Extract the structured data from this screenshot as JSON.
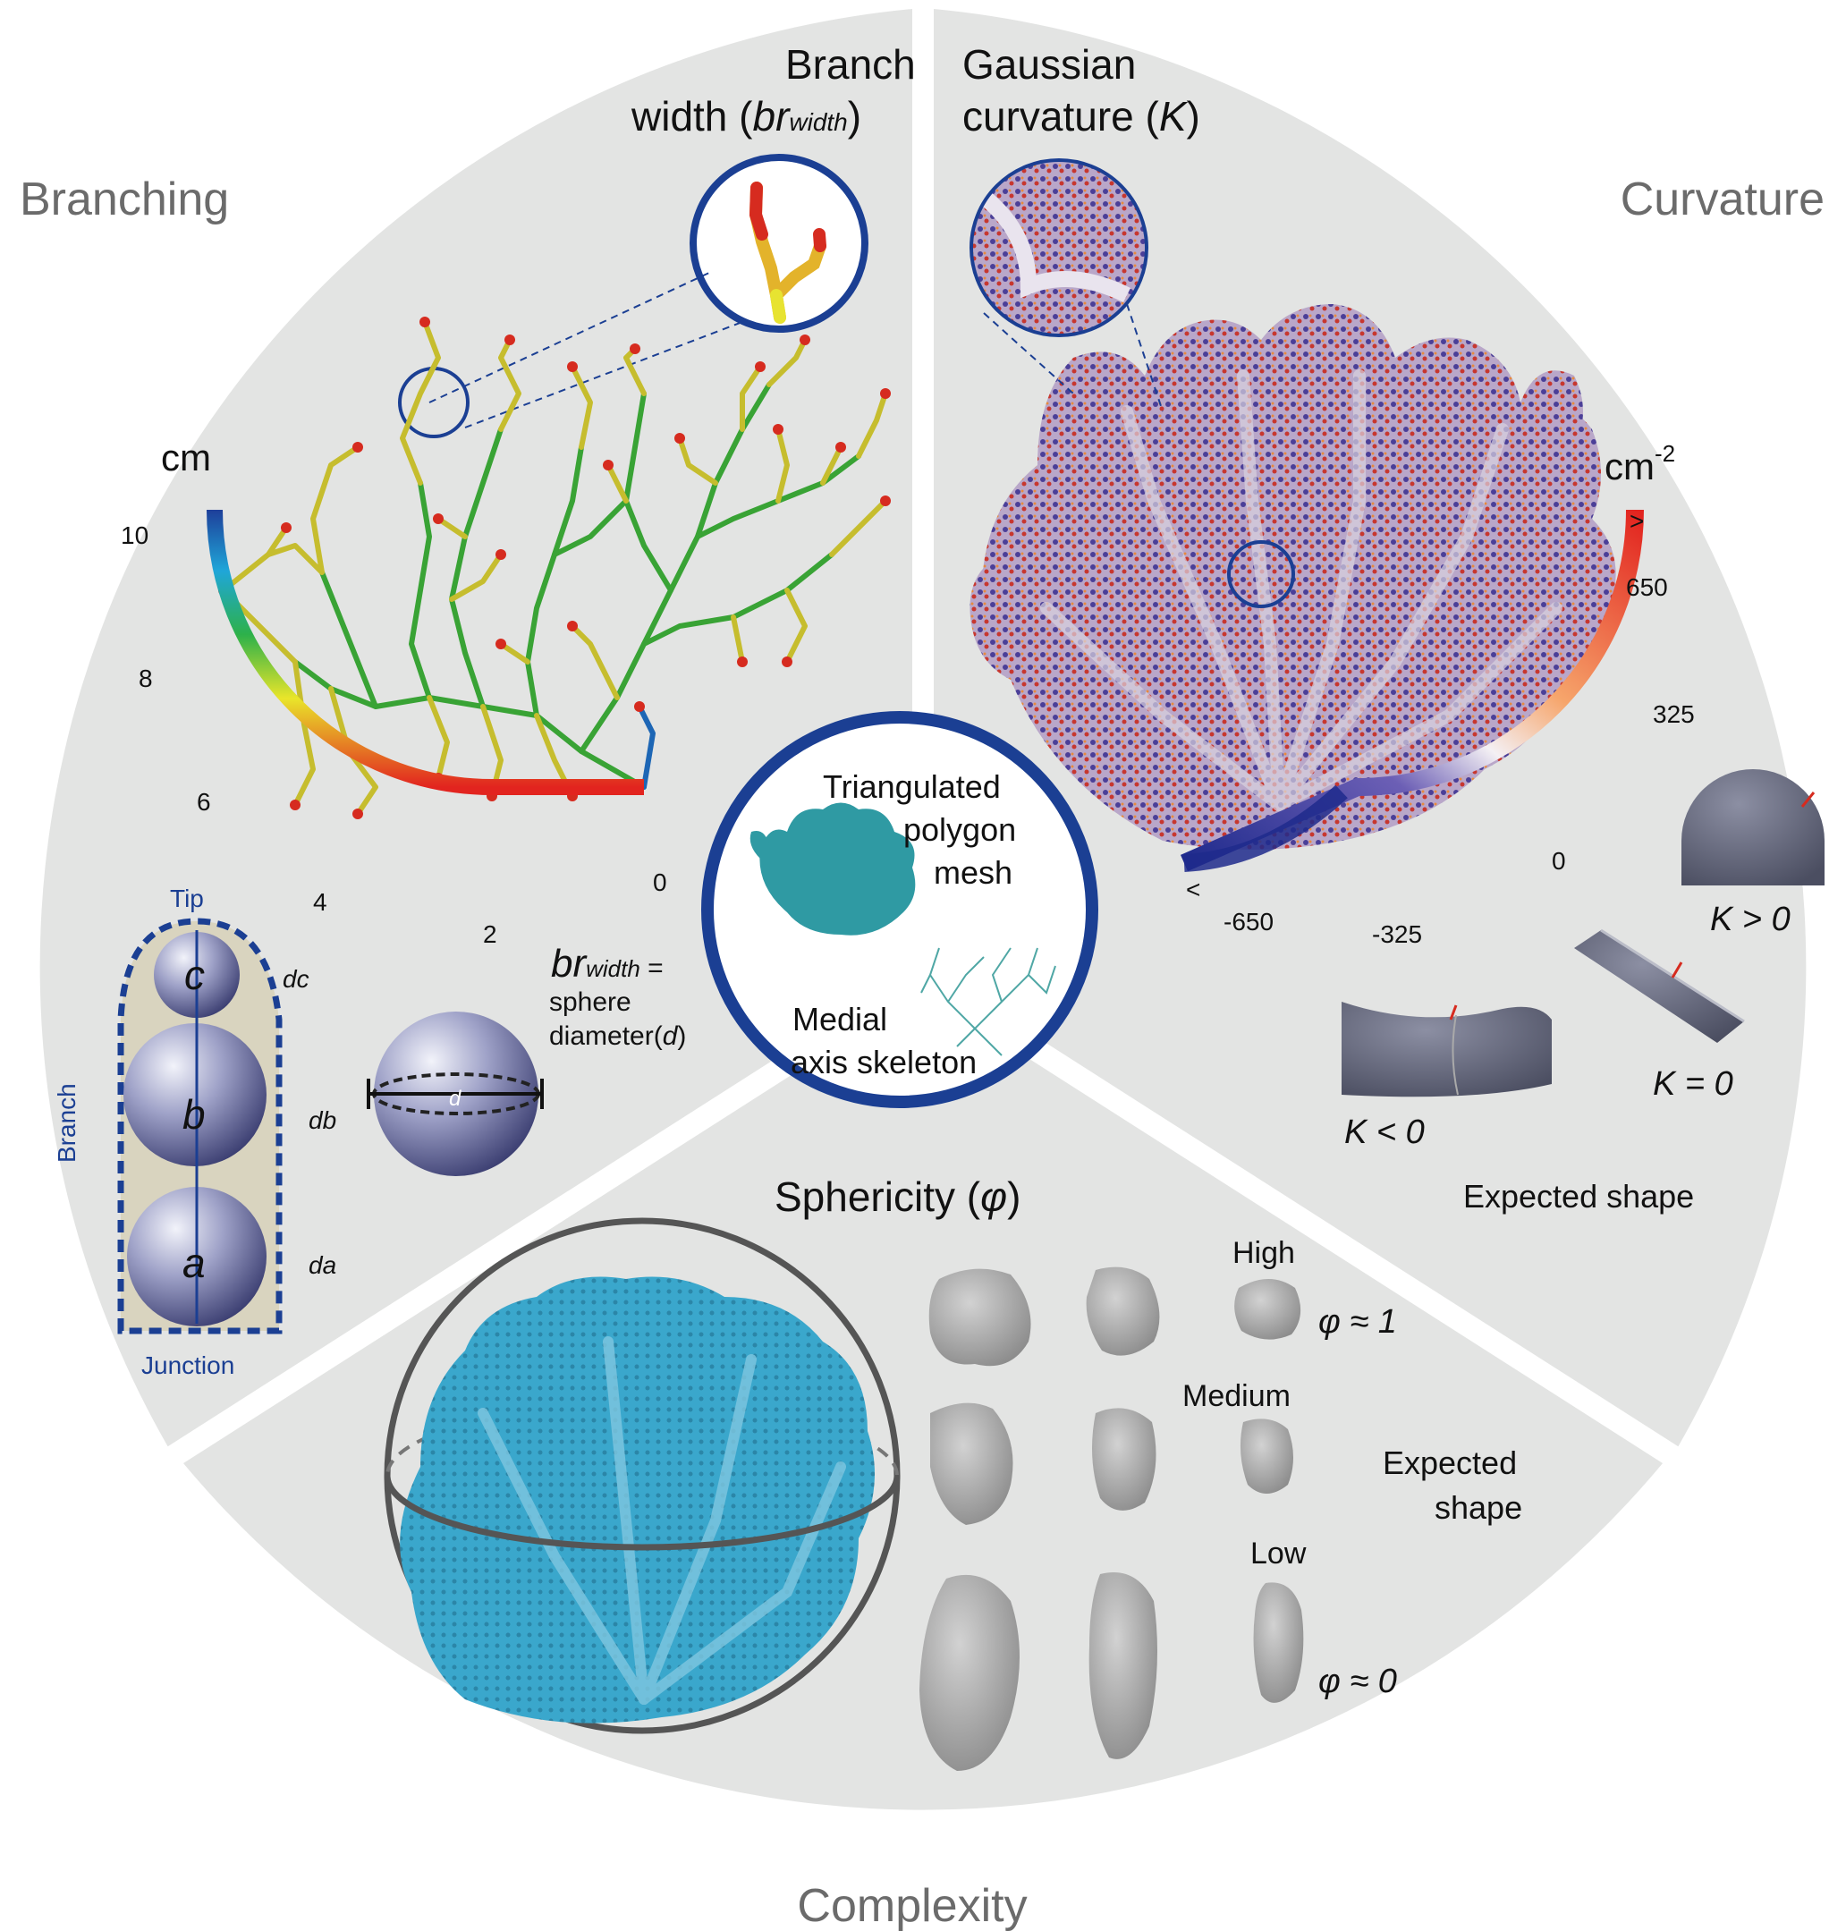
{
  "sections": {
    "branching": "Branching",
    "curvature": "Curvature",
    "complexity": "Complexity"
  },
  "branching": {
    "title_line1": "Branch",
    "title_line2_prefix": "width (",
    "title_line2_var": "br",
    "title_line2_sub": "width",
    "title_line2_suffix": ")",
    "unit": "cm",
    "ticks": [
      "10",
      "8",
      "6",
      "4",
      "2",
      "0"
    ],
    "diagram_labels": {
      "tip": "Tip",
      "junction": "Junction",
      "branch": "Branch",
      "sphere_c": "c",
      "sphere_b": "b",
      "sphere_a": "a",
      "dc": "dc",
      "db": "db",
      "da": "da",
      "d": "d"
    },
    "formula": {
      "var": "br",
      "sub": "width",
      "eq": " =",
      "line2": "sphere",
      "line3": "diameter(",
      "line3_var": "d",
      "line3_end": ")"
    }
  },
  "center": {
    "mesh_line1": "Triangulated",
    "mesh_line2": "polygon",
    "mesh_line3": "mesh",
    "skel_line1": "Medial",
    "skel_line2": "axis skeleton"
  },
  "curvature": {
    "title_line1": "Gaussian",
    "title_line2_prefix": "curvature (",
    "title_line2_var": "K",
    "title_line2_suffix": ")",
    "unit": "cm",
    "unit_exp": "-2",
    "ticks": [
      ">",
      "650",
      "325",
      "0",
      "-325",
      "-650",
      "<"
    ],
    "shapes": {
      "pos": "K > 0",
      "zero": "K = 0",
      "neg": "K < 0",
      "caption": "Expected shape"
    }
  },
  "complexity": {
    "title_prefix": "Sphericity (",
    "title_var": "φ",
    "title_suffix": ")",
    "high": "High",
    "medium": "Medium",
    "low": "Low",
    "phi_high": "φ ≈ 1",
    "phi_low": "φ ≈ 0",
    "caption_line1": "Expected",
    "caption_line2": "shape"
  },
  "colors": {
    "panel": "#e3e4e3",
    "ring_blue": "#1b3f93",
    "coral_blue": "#3aa7cc",
    "coral_purple": "#6a4f9a",
    "rock_gray": "#a4a4a4"
  }
}
